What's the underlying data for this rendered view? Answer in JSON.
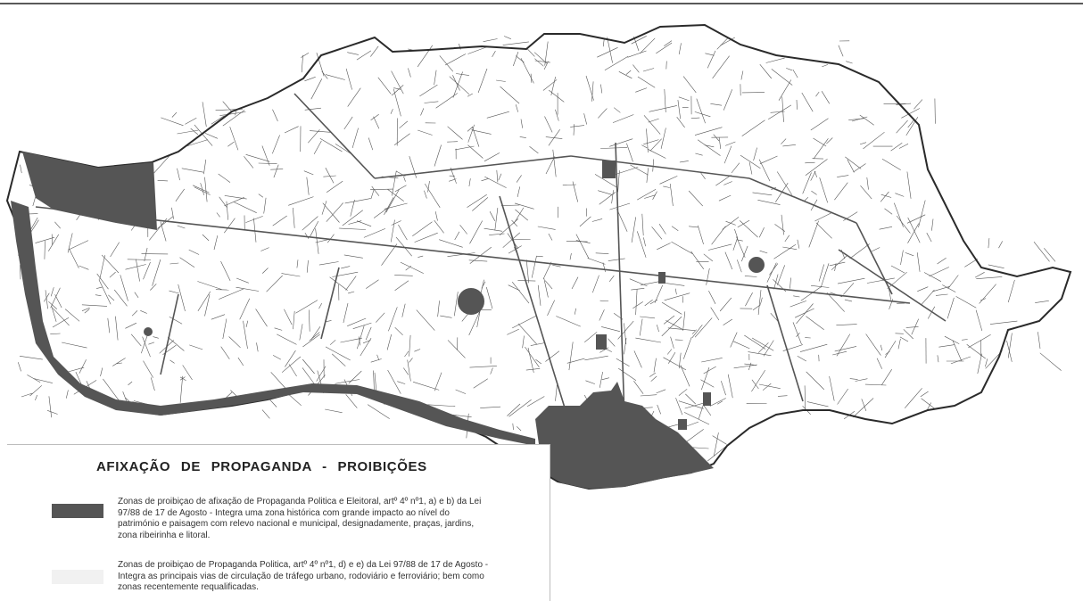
{
  "colors": {
    "background": "#ffffff",
    "street_line": "#555555",
    "city_outline": "#2a2a2a",
    "prohibition_political_electoral": "#555555",
    "prohibition_political": "#f1f1f1"
  },
  "legend": {
    "title": "AFIXAÇÃO  DE  PROPAGANDA - PROIBIÇÕES",
    "items": [
      {
        "swatch_color": "#555555",
        "text": "Zonas de proibiçao de afixação de Propaganda Politica e Eleitoral, artº 4º nº1, a) e b) da Lei 97/88 de 17 de Agosto - Integra uma zona histórica com grande impacto ao nível do património e paisagem com relevo nacional e municipal, designadamente, praças, jardins, zona ribeirinha e litoral."
      },
      {
        "swatch_color": "#f1f1f1",
        "text": "Zonas de proibiçao de Propaganda Politica, artº 4º nº1, d) e e) da Lei 97/88 de 17 de Agosto - Integra as principais vias de circulação de tráfego urbano, rodoviário e ferroviário; bem como zonas recentemente requalificadas."
      }
    ]
  }
}
